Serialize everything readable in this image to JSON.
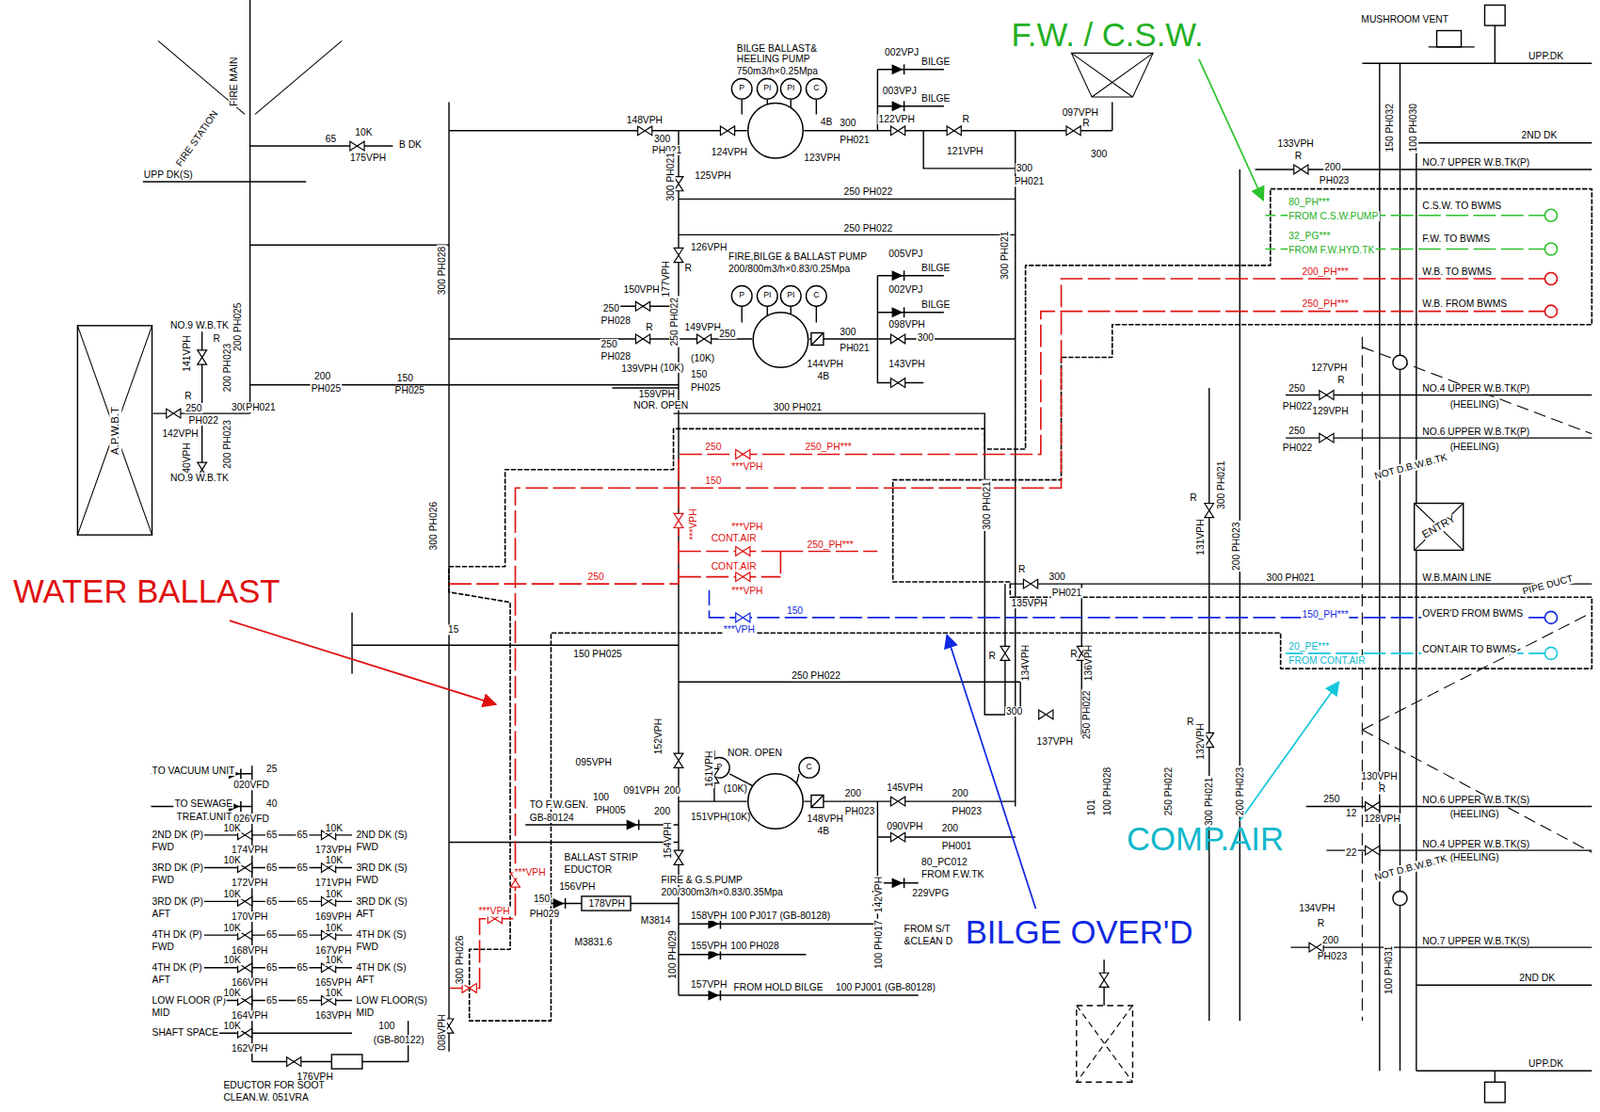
{
  "diagram": {
    "nodes": [
      {
        "text": [
          "A.P.W.B.T"
        ]
      },
      {
        "text": [
          "ENTRY"
        ]
      },
      {
        "text": [
          "BILGE BALLAST& HEELING PUMP",
          "750m3/h×0.25Mpa"
        ]
      },
      {
        "text": [
          "FIRE,BILGE & BALLAST PUMP",
          "200/800m3/h×0.83/0.25Mpa"
        ]
      },
      {
        "text": [
          "FIRE & G.S.PUMP",
          "200/300m3/h×0.83/0.35Mpa"
        ]
      }
    ],
    "labels": [
      "MUSHROOM VENT",
      "UPP.DK",
      "F.W. / C.S.W.",
      "2ND DK",
      "NO.7 UPPER W.B.TK(P)",
      "133VPH",
      "R",
      "200",
      "PH023",
      "150 PH032",
      "100 PH030",
      "C.S.W. TO BWMS",
      "F.W. TO BWMS",
      "W.B. TO BWMS",
      "W.B. FROM BWMS",
      "80_PH***",
      "FROM C.S.W.PUMP",
      "32_PG***",
      "FROM F.W.HYD.TK",
      "200_PH***",
      "250_PH***",
      "127VPH",
      "R",
      "250",
      "PH022",
      "129VPH",
      "250",
      "PH022",
      "NO.4 UPPER W.B.TK(P)",
      "(HEELING)",
      "NO.6 UPPER W.B.TK(P)",
      "(HEELING)",
      "NOT D.B.W.B.TK",
      "W.B.MAIN LINE",
      "PIPE DUCT",
      "300 PH021",
      "OVER'D FROM BWMS",
      "150_PH***",
      "CONT.AIR TO BWMS",
      "20_PE***",
      "FROM CONT.AIR",
      "COMP.AIR",
      "BILGE OVER'D",
      "WATER BALLAST",
      "130VPH",
      "R",
      "128VPH",
      "250",
      "12",
      "22",
      "NO.6 UPPER W.B.TK(S)",
      "(HEELING)",
      "NO.4 UPPER W.B.TK(S)",
      "(HEELING)",
      "NOT D.B.W.B.TK",
      "134VPH",
      "R",
      "200",
      "PH023",
      "100 PH031",
      "NO.7 UPPER W.B.TK(S)",
      "2ND DK",
      "UPP.DK",
      "R",
      "300 PH021",
      "131VPH",
      "200 PH023",
      "135VPH",
      "R",
      "300",
      "PH021",
      "300 PH021",
      "R",
      "134VPH",
      "R",
      "136VPH",
      "300",
      "137VPH",
      "250 PH022",
      "R",
      "132VPH",
      "300 PH021",
      "200 PH023",
      "250 PH022",
      "100 PH028",
      "101",
      "121VPH",
      "R",
      "122VPH",
      "097VPH",
      "R",
      "300",
      "002VPJ",
      "BILGE",
      "003VPJ",
      "BILGE",
      "300",
      "PH021",
      "300 PH021",
      "005VPJ",
      "BILGE",
      "002VPJ",
      "BILGE",
      "098VPH",
      "300",
      "143VPH",
      "148VPH",
      "300",
      "PH021",
      "124VPH",
      "4B",
      "300",
      "PH021",
      "123VPH",
      "300 PH021",
      "125VPH",
      "126VPH",
      "250 PH022",
      "250 PH022",
      "177VPH",
      "R",
      "250 PH022",
      "150VPH",
      "250",
      "PH028",
      "R",
      "250",
      "PH028",
      "139VPH",
      "(10K)",
      "159VPH",
      "NOR. OPEN",
      "149VPH",
      "(10K)",
      "250",
      "150",
      "PH025",
      "300",
      "PH021",
      "144VPH",
      "4B",
      "300 PH021",
      "300 PH028",
      "300 PH026",
      "300 PH026",
      "FIRE STATION",
      "FIRE MAIN",
      "UPP DK(S)",
      "65",
      "10K",
      "175VPH",
      "B DK",
      "200 PH025",
      "200",
      "PH025",
      "150",
      "PH025",
      "NO.9 W.B.TK",
      "141VPH",
      "R",
      "200 PH023",
      "R",
      "250",
      "PH022",
      "300",
      "PH021",
      "142VPH",
      "140VPH",
      "200 PH023",
      "NO.9 W.B.TK",
      "150 PH025",
      "250 PH022",
      "250",
      "250_PH***",
      "***VPH",
      "150",
      "***VPH",
      "***VPH",
      "CONT.AIR",
      "250_PH***",
      "CONT.AIR",
      "***VPH",
      "250",
      "150",
      "***VPH",
      "15",
      "***VPH",
      "***VPH",
      "095VPH",
      "NOR. OPEN",
      "152VPH",
      "161VPH",
      "(10K)",
      "TO F.W.GEN.",
      "GB-80124",
      "100",
      "PH005",
      "091VPH",
      "200",
      "151VPH(10K)",
      "200",
      "148VPH",
      "4B",
      "200",
      "PH023",
      "145VPH",
      "200",
      "PH023",
      "090VPH",
      "200",
      "PH001",
      "80_PC012",
      "FROM F.W.TK",
      "229VPG",
      "142VPH",
      "100 PH017",
      "FROM S/T",
      "&CLEAN D",
      "BALLAST STRIP",
      "EDUCTOR",
      "156VPH",
      "150",
      "PH029",
      "178VPH",
      "M3814",
      "154VPH",
      "100 PH029",
      "M3831.6",
      "158VPH",
      "100 PJ017 (GB-80128)",
      "155VPH",
      "100 PH028",
      "157VPH",
      "FROM HOLD BILGE",
      "100 PJ001 (GB-80128)",
      "TO VACUUM UNIT",
      "25",
      "020VFD",
      "TO SEWAGE",
      "TREAT.UNIT",
      "40",
      "026VFD",
      "2ND DK (P)",
      "FWD",
      "10K",
      "174VPH",
      "65",
      "65",
      "10K",
      "173VPH",
      "2ND DK (S)",
      "FWD",
      "3RD DK (P)",
      "FWD",
      "10K",
      "172VPH",
      "65",
      "65",
      "10K",
      "171VPH",
      "3RD DK (S)",
      "FWD",
      "3RD DK (P)",
      "AFT",
      "10K",
      "170VPH",
      "65",
      "65",
      "10K",
      "169VPH",
      "3RD DK (S)",
      "AFT",
      "4TH DK (P)",
      "FWD",
      "10K",
      "168VPH",
      "65",
      "65",
      "10K",
      "167VPH",
      "4TH DK (S)",
      "FWD",
      "4TH DK (P)",
      "AFT",
      "10K",
      "166VPH",
      "65",
      "65",
      "10K",
      "165VPH",
      "4TH DK (S)",
      "AFT",
      "LOW FLOOR (P)",
      "MID",
      "10K",
      "164VPH",
      "65",
      "65",
      "10K",
      "163VPH",
      "LOW FLOOR(S)",
      "MID",
      "SHAFT SPACE",
      "10K",
      "162VPH",
      "100",
      "(GB-80122)",
      "176VPH",
      "EDUCTOR FOR SOOT",
      "CLEAN.W. 051VRA",
      "008VPH",
      "P",
      "PI",
      "PI",
      "C",
      "P",
      "PI",
      "PI",
      "C",
      "P",
      "C"
    ]
  }
}
